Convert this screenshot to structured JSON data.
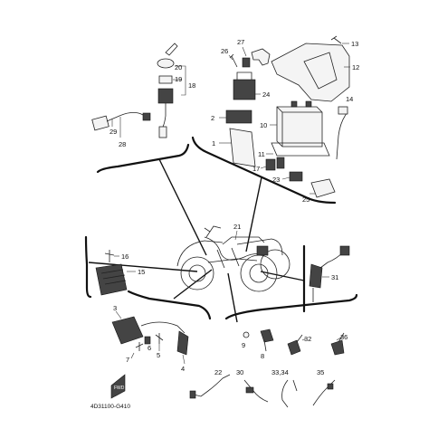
{
  "diagram": {
    "labels": {
      "p1": "1",
      "p2": "2",
      "p3": "3",
      "p4": "4",
      "p5": "5",
      "p6": "6",
      "p7": "7",
      "p8": "8",
      "p9": "9",
      "p10": "10",
      "p11": "11",
      "p12": "12",
      "p13": "13",
      "p14": "14",
      "p15": "15",
      "p16": "16",
      "p17": "17",
      "p18": "18",
      "p19": "19",
      "p20": "20",
      "p21": "21",
      "p22": "22",
      "p23": "23",
      "p24": "24",
      "p25": "25",
      "p26": "26",
      "p27": "27",
      "p28": "28",
      "p29": "29",
      "p30": "30",
      "p31": "31",
      "p32": "32",
      "p33_34": "33,34",
      "p35": "35",
      "p36": "36"
    },
    "fwd_mark": "FWD",
    "drawing_code": "4D31100-G410"
  }
}
